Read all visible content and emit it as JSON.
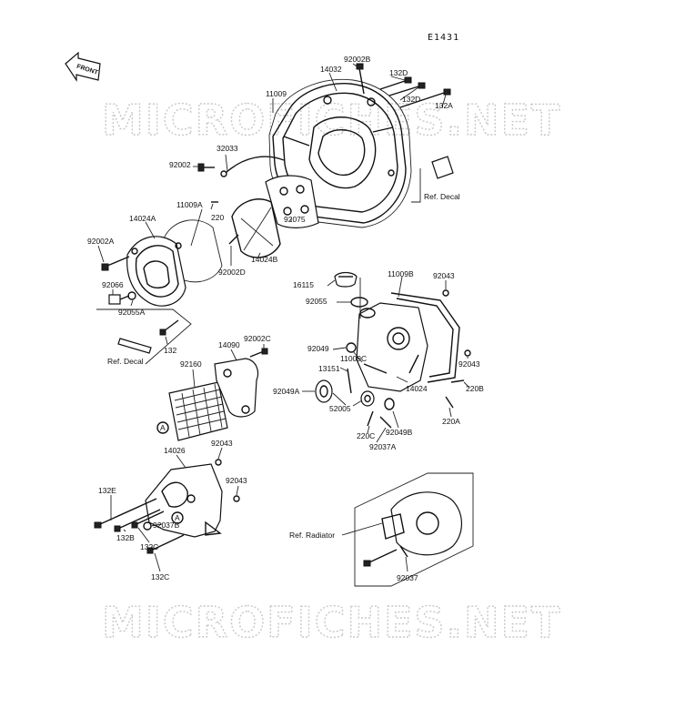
{
  "diagram_code": "E1431",
  "front_arrow_label": "FRONT",
  "watermark_text": "MICROFICHES.NET",
  "colors": {
    "ink": "#111111",
    "watermark": "#c8c8c8",
    "background": "#ffffff"
  },
  "labels": {
    "p92002B": "92002B",
    "p14032": "14032",
    "p132D_1": "132D",
    "p132D_2": "132D",
    "p132A": "132A",
    "p11009": "11009",
    "p32033": "32033",
    "p92002": "92002",
    "refDecal1": "Ref. Decal",
    "p11009A": "11009A",
    "p220": "220",
    "p14024A": "14024A",
    "p92075": "92075",
    "p92002A": "92002A",
    "p14024B": "14024B",
    "p92002D": "92002D",
    "p92066": "92066",
    "p92055A": "92055A",
    "p132": "132",
    "refDecal2": "Ref. Decal",
    "p16115": "16115",
    "p11009B": "11009B",
    "p92043_1": "92043",
    "p92055": "92055",
    "p92049": "92049",
    "p11009C": "11009C",
    "p13151": "13151",
    "p92043_2": "92043",
    "p92049A": "92049A",
    "p220B": "220B",
    "p52005": "52005",
    "p14024": "14024",
    "p220A": "220A",
    "p220C": "220C",
    "p92049B": "92049B",
    "p92037A": "92037A",
    "p14090": "14090",
    "p92002C": "92002C",
    "p92160": "92160",
    "calloutA1": "A",
    "p92043_3": "92043",
    "p14026": "14026",
    "p92043_4": "92043",
    "p132E": "132E",
    "p92037B": "92037B",
    "calloutA2": "A",
    "p132B": "132B",
    "p132C_1": "132C",
    "p132C_2": "132C",
    "refRadiator": "Ref. Radiator",
    "p92037": "92037"
  }
}
